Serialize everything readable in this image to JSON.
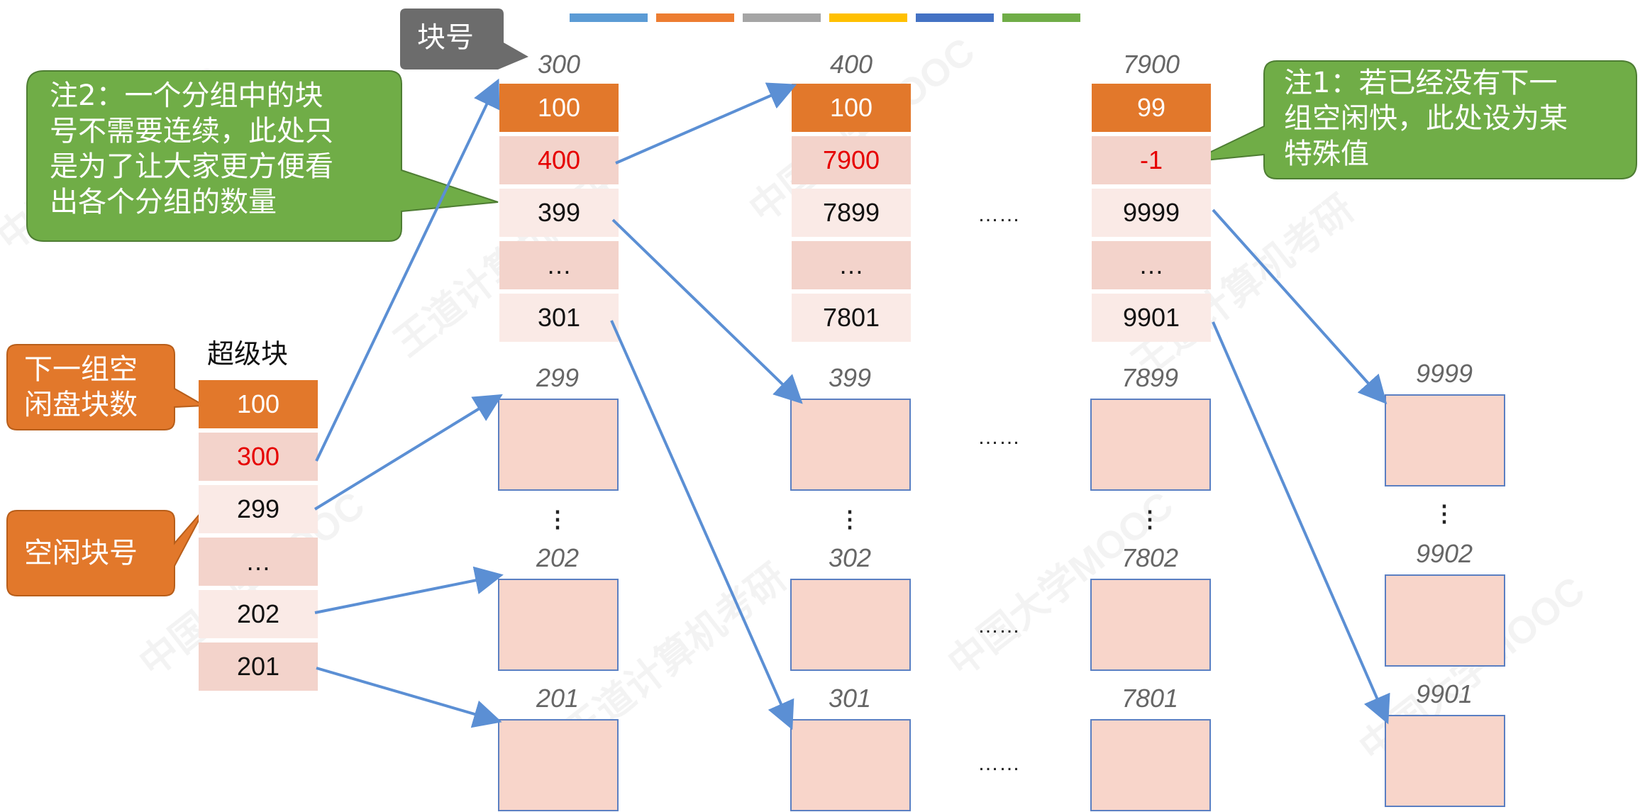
{
  "legend_colors": [
    "#5b9bd5",
    "#ed7d31",
    "#a5a5a5",
    "#ffc000",
    "#4472c4",
    "#70ad47"
  ],
  "superblock": {
    "title": "超级块",
    "cells": [
      "100",
      "300",
      "299",
      "…",
      "202",
      "201"
    ]
  },
  "callouts": {
    "block_no": "块号",
    "note2": [
      "注2：一个分组中的块",
      "号不需要连续，此处只",
      "是为了让大家更方便看",
      "出各个分组的数量"
    ],
    "note1": [
      "注1：若已经没有下一",
      "组空闲快，此处设为某",
      "特殊值"
    ],
    "next_count": [
      "下一组空",
      "闲盘块数"
    ],
    "free_no": "空闲块号"
  },
  "group_blocks": [
    {
      "label": "300",
      "cells": [
        "100",
        "400",
        "399",
        "…",
        "301"
      ]
    },
    {
      "label": "400",
      "cells": [
        "100",
        "7900",
        "7899",
        "…",
        "7801"
      ]
    },
    {
      "label": "7900",
      "cells": [
        "99",
        "-1",
        "9999",
        "…",
        "9901"
      ]
    }
  ],
  "free_columns": [
    {
      "labels": [
        "299",
        "202",
        "201"
      ]
    },
    {
      "labels": [
        "399",
        "302",
        "301"
      ]
    },
    {
      "labels": [
        "7899",
        "7802",
        "7801"
      ]
    },
    {
      "labels": [
        "9999",
        "9902",
        "9901"
      ]
    }
  ],
  "ellipsis": "……",
  "vellipsis": "⋮",
  "watermarks": [
    "中国大学MOOC",
    "王道计算机考研"
  ]
}
